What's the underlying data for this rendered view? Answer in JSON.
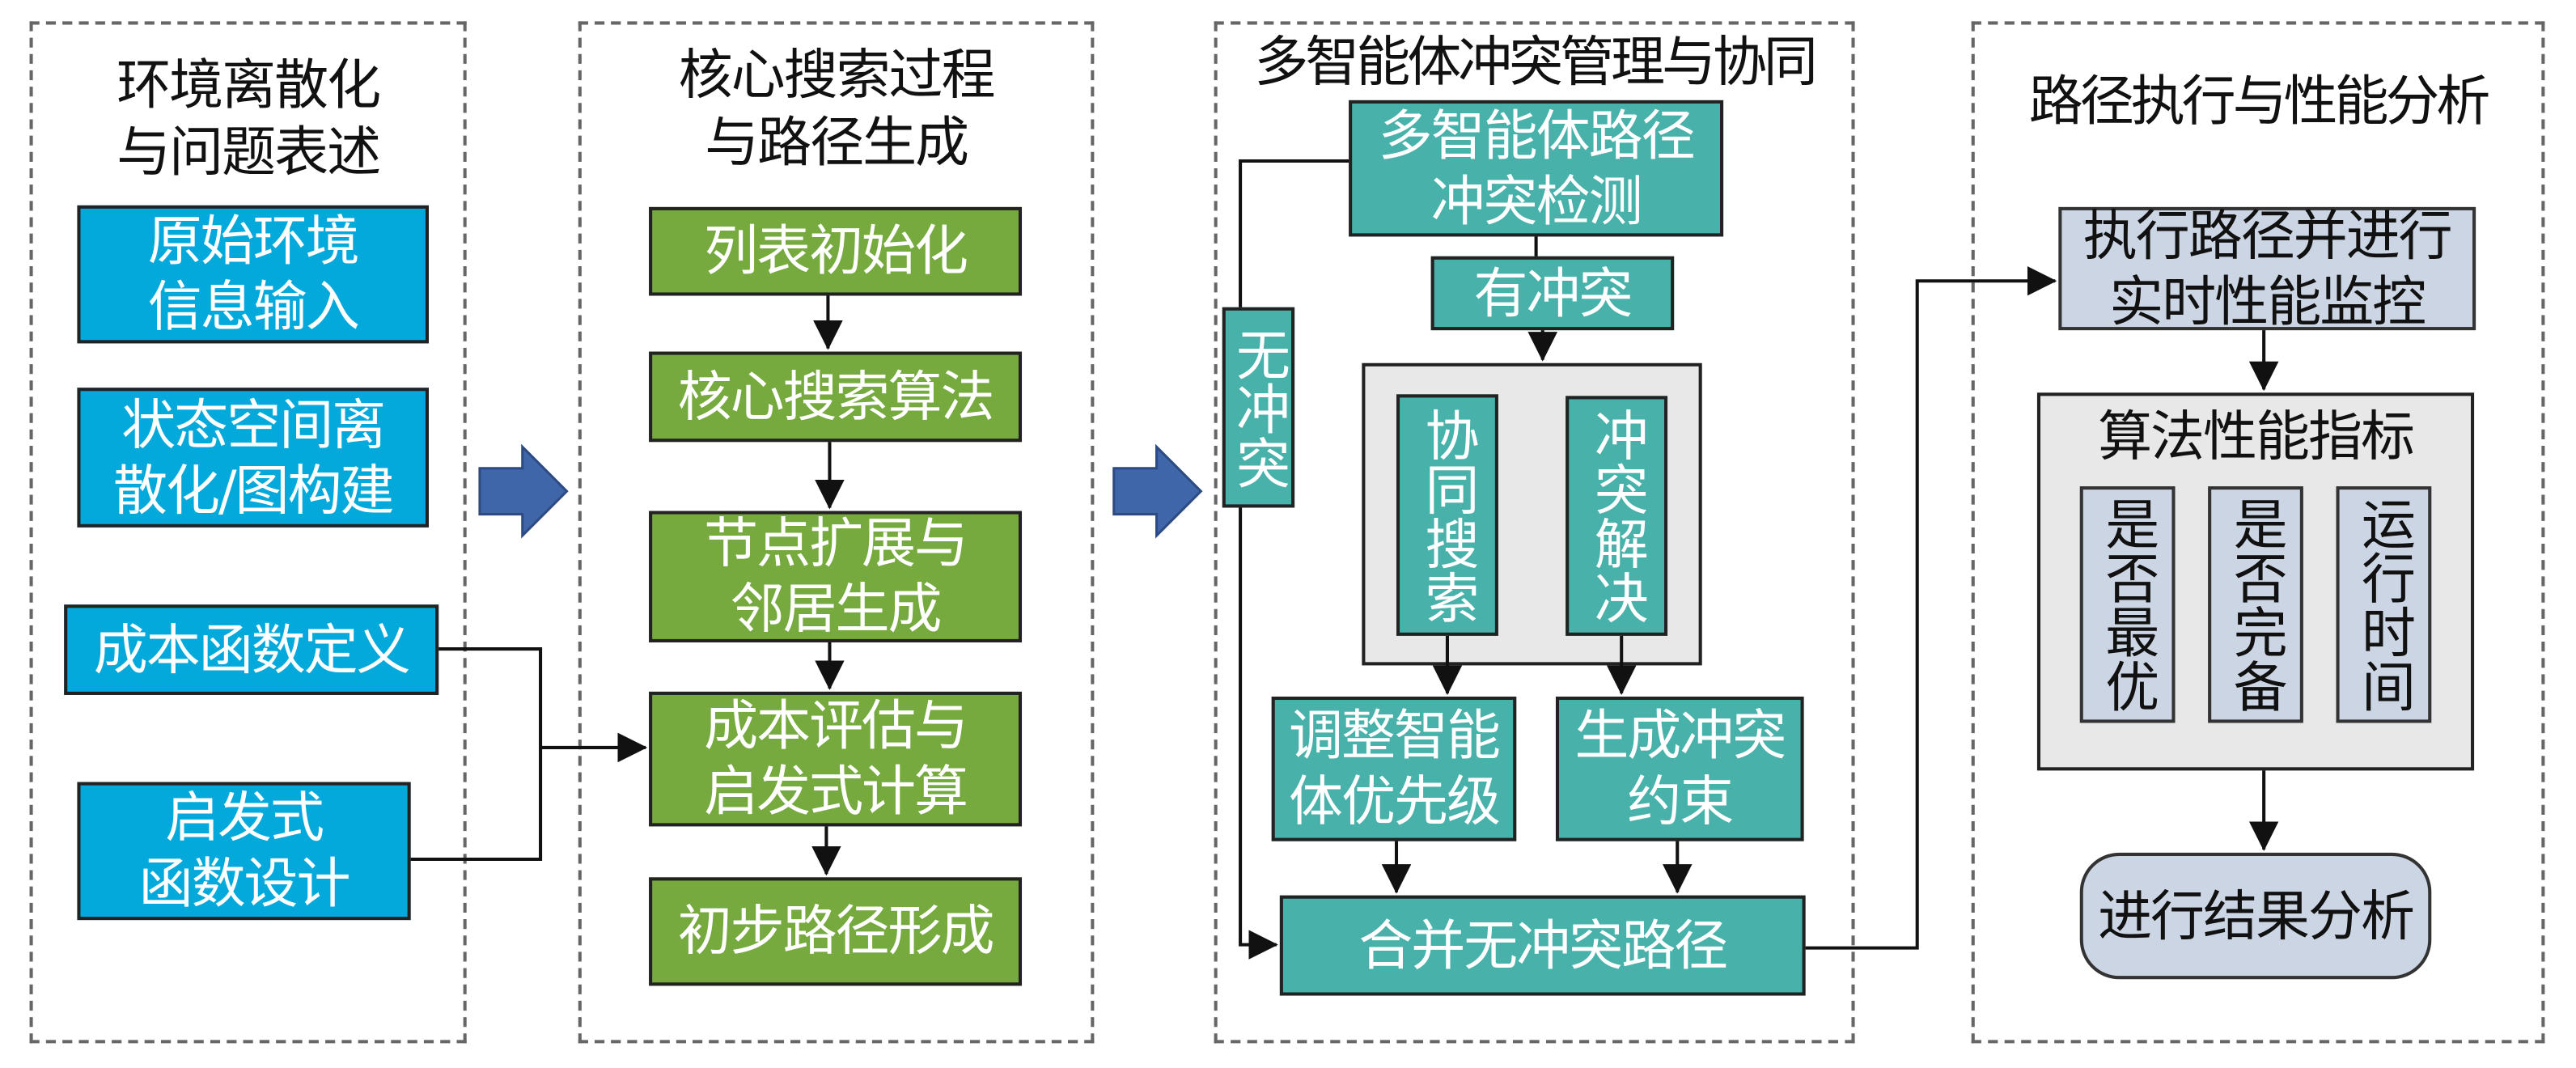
{
  "colors": {
    "env_box": "#04a9dc",
    "search_box": "#76aa3e",
    "conflict_box": "#48b2aa",
    "exec_box": "#ccd5e3",
    "group_bg": "#e9e8e9",
    "block_arrow": "#3f66a8"
  },
  "panels": [
    {
      "title_line1": "环境离散化",
      "title_line2": "与问题表述",
      "boxes": [
        {
          "line1": "原始环境",
          "line2": "信息输入"
        },
        {
          "line1": "状态空间离",
          "line2": "散化/图构建"
        },
        {
          "line1": "成本函数定义",
          "line2": ""
        },
        {
          "line1": "启发式",
          "line2": "函数设计"
        }
      ]
    },
    {
      "title_line1": "核心搜索过程",
      "title_line2": "与路径生成",
      "boxes": [
        {
          "line1": "列表初始化",
          "line2": ""
        },
        {
          "line1": "核心搜索算法",
          "line2": ""
        },
        {
          "line1": "节点扩展与",
          "line2": "邻居生成"
        },
        {
          "line1": "成本评估与",
          "line2": "启发式计算"
        },
        {
          "line1": "初步路径形成",
          "line2": ""
        }
      ]
    },
    {
      "title_line1": "多智能体冲突管理与协同",
      "detect": {
        "line1": "多智能体路径",
        "line2": "冲突检测"
      },
      "has_conflict": "有冲突",
      "no_conflict": "无冲突",
      "coop_search": "协同搜索",
      "conflict_resolve": "冲突解决",
      "adjust_priority": {
        "line1": "调整智能",
        "line2": "体优先级"
      },
      "gen_constraint": {
        "line1": "生成冲突",
        "line2": "约束"
      },
      "merge": "合并无冲突路径"
    },
    {
      "title_line1": "路径执行与性能分析",
      "execute": {
        "line1": "执行路径并进行",
        "line2": "实时性能监控"
      },
      "metrics_title": "算法性能指标",
      "metrics": [
        "是否最优",
        "是否完备",
        "运行时间"
      ],
      "result": "进行结果分析"
    }
  ]
}
